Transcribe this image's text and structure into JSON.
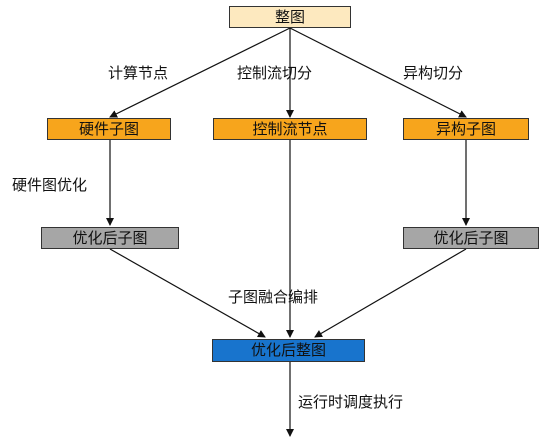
{
  "colors": {
    "whole_graph": "#fde9bf",
    "subgraph": "#f7a51c",
    "optimized": "#a6a6a6",
    "final": "#1874cd",
    "edge": "#111111"
  },
  "nodes": {
    "whole_graph": "整图",
    "hardware_subgraph": "硬件子图",
    "control_flow_node": "控制流节点",
    "heterogeneous_subgraph": "异构子图",
    "optimized_subgraph_left": "优化后子图",
    "optimized_subgraph_right": "优化后子图",
    "optimized_whole_graph": "优化后整图"
  },
  "edge_labels": {
    "compute_node": "计算节点",
    "control_flow_split": "控制流切分",
    "heterogeneous_split": "异构切分",
    "hardware_graph_opt": "硬件图优化",
    "subgraph_fusion": "子图融合编排",
    "runtime_schedule": "运行时调度执行"
  }
}
